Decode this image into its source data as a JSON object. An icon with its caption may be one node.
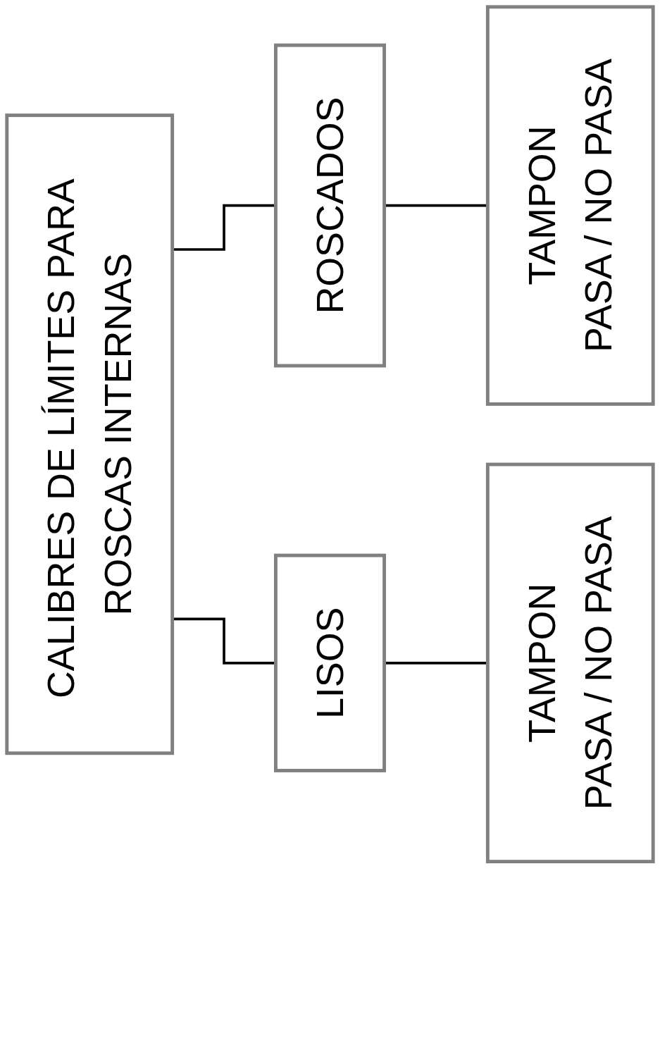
{
  "diagram": {
    "nodes": [
      {
        "text": [
          "CALIBRES DE LÍMITES PARA ROSCAS INTERNAS"
        ]
      },
      {
        "text": [
          "LISOS"
        ]
      },
      {
        "text": [
          "ROSCADOS"
        ]
      },
      {
        "text": [
          "TAMPON",
          "PASA / NO PASA"
        ]
      },
      {
        "text": [
          "TAMPON",
          "PASA / NO PASA"
        ]
      }
    ],
    "edges": [
      {
        "from": 0,
        "to": 1,
        "arrow": "none"
      },
      {
        "from": 0,
        "to": 2,
        "arrow": "none"
      },
      {
        "from": 1,
        "to": 3,
        "arrow": "none"
      },
      {
        "from": 2,
        "to": 4,
        "arrow": "none"
      }
    ]
  }
}
